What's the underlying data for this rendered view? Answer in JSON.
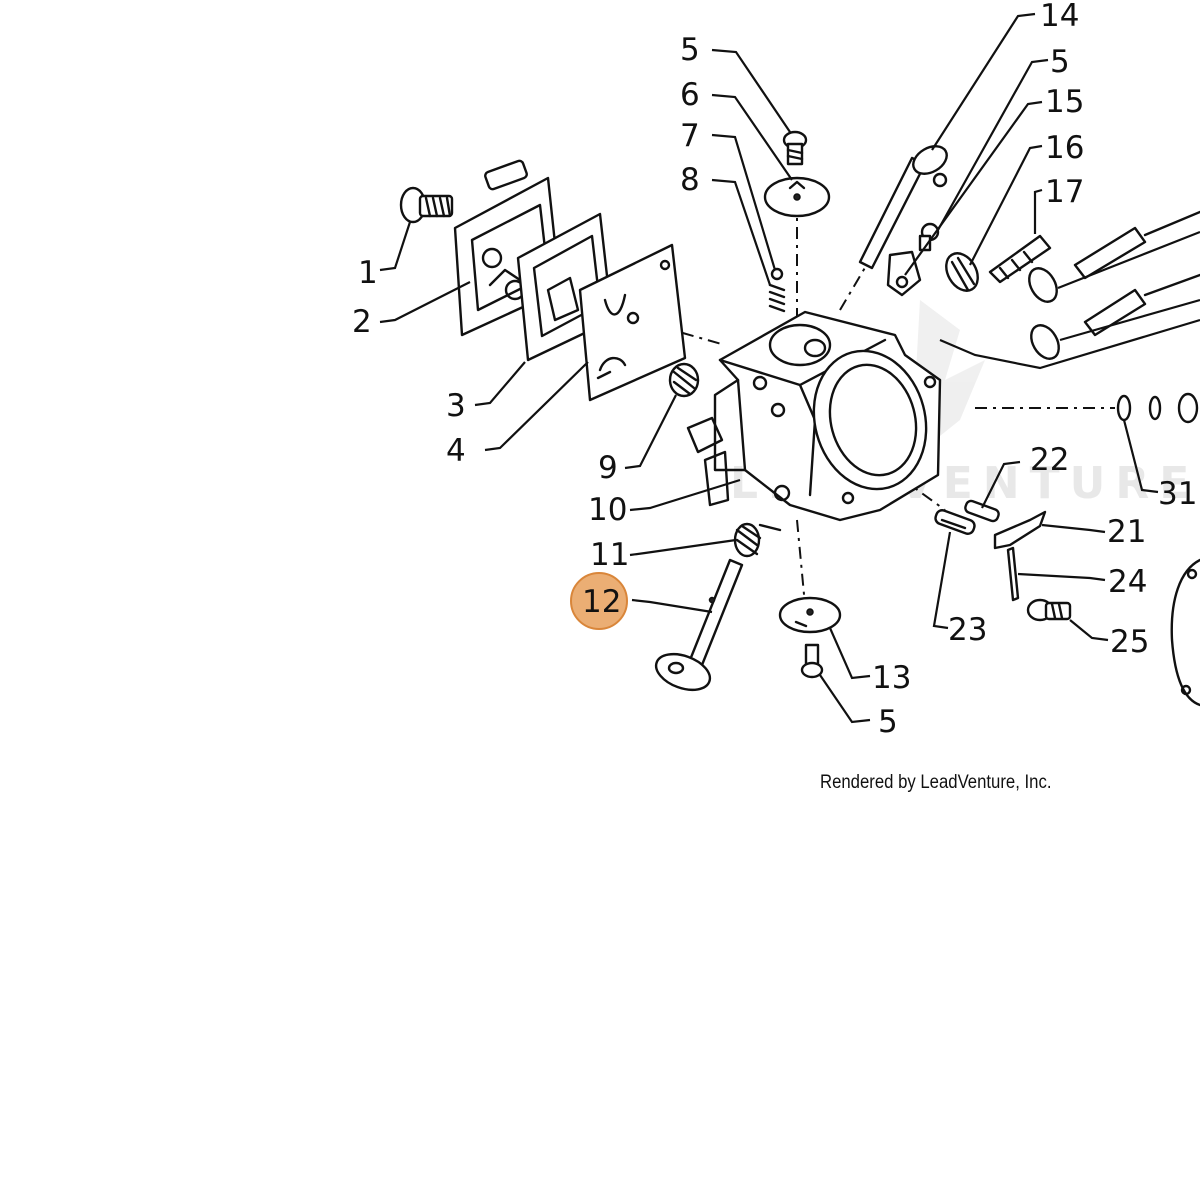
{
  "diagram": {
    "credit": "Rendered by LeadVenture, Inc.",
    "watermark": "LEADVENTURE",
    "highlight_color": "#e8a05c",
    "highlighted_callout": "12",
    "callouts": [
      "14",
      "5",
      "6",
      "7",
      "8",
      "15",
      "16",
      "17",
      "1",
      "2",
      "3",
      "4",
      "9",
      "10",
      "11",
      "12",
      "13",
      "5",
      "22",
      "21",
      "31",
      "24",
      "23",
      "25",
      "5"
    ]
  }
}
